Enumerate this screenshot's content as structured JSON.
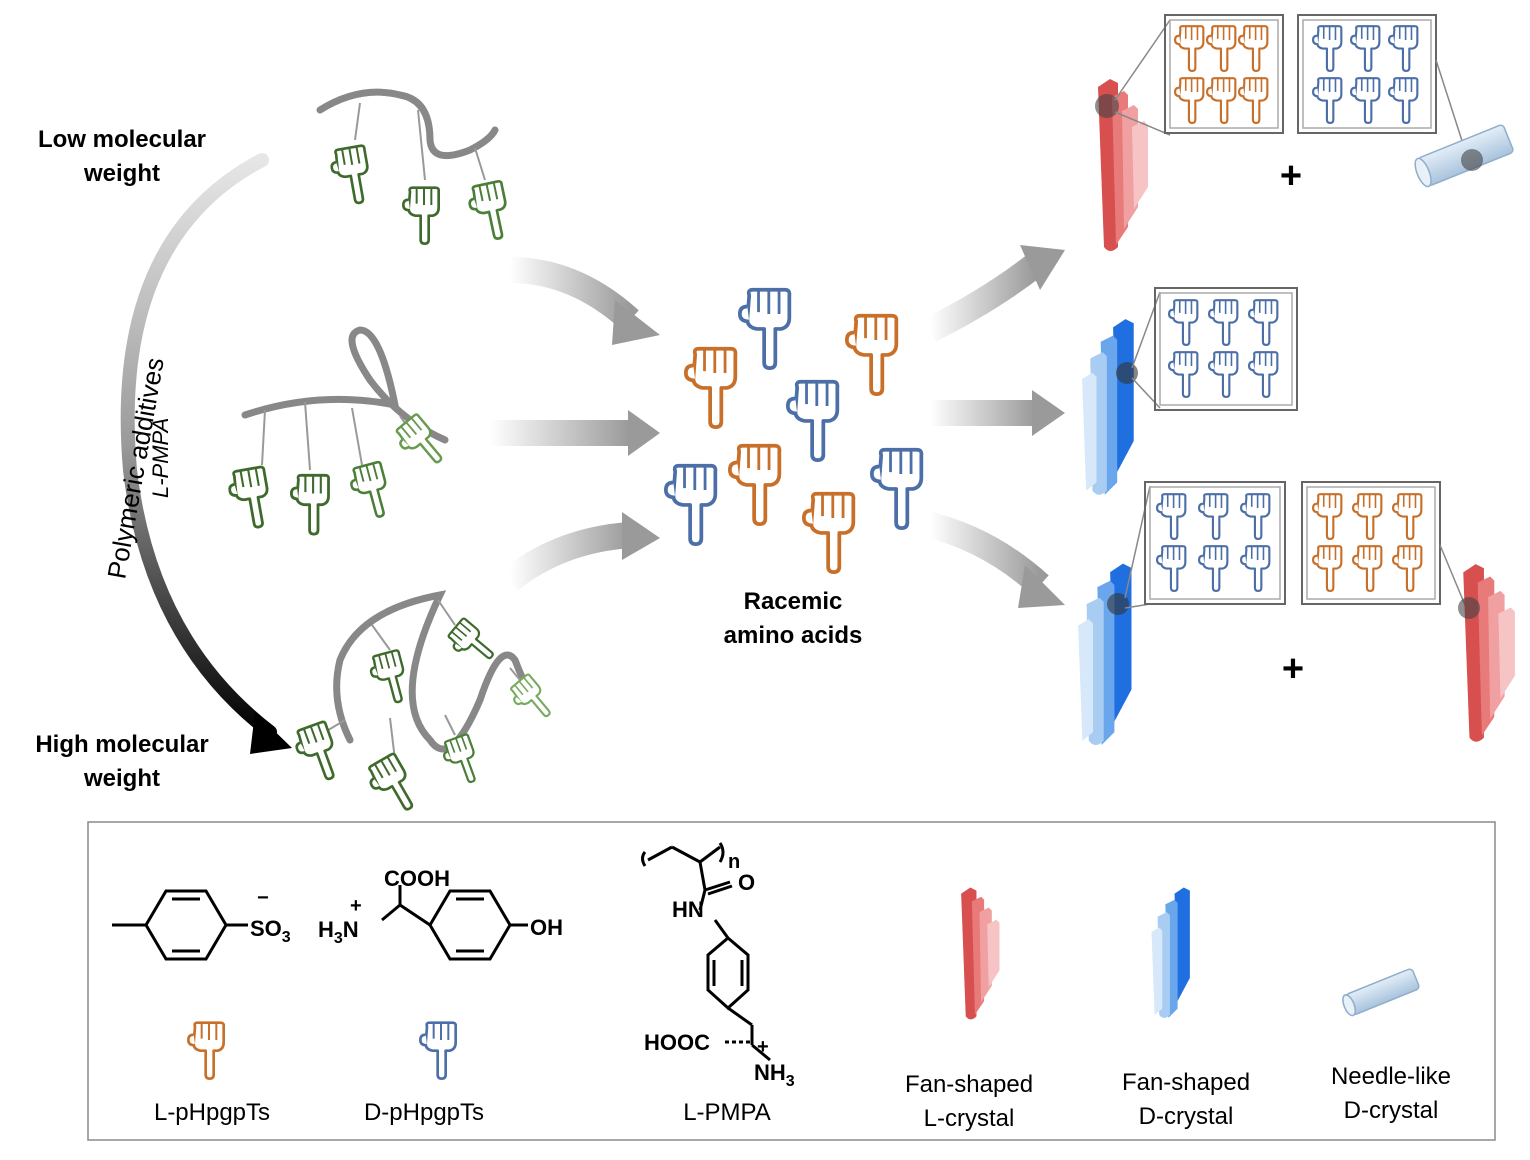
{
  "labels": {
    "low_mw_line1": "Low molecular",
    "low_mw_line2": "weight",
    "high_mw_line1": "High molecular",
    "high_mw_line2": "weight",
    "polymeric_additives": "Polymeric additives",
    "lpmpa_arrow": "L-PMPA",
    "racemic_line1": "Racemic",
    "racemic_line2": "amino acids",
    "plus": "+"
  },
  "legend": {
    "l_hpg_label": "L-pHpgpTs",
    "d_hpg_label": "D-pHpgpTs",
    "lpmpa_label": "L-PMPA",
    "fan_l_line1": "Fan-shaped",
    "fan_l_line2": "L-crystal",
    "fan_d_line1": "Fan-shaped",
    "fan_d_line2": "D-crystal",
    "needle_line1": "Needle-like",
    "needle_line2": "D-crystal",
    "chem": {
      "so3": "SO",
      "so3_sub": "3",
      "minus": "−",
      "cooh": "COOH",
      "h3n": "H",
      "h3n_sub": "3",
      "h3n_n": "N",
      "oh": "OH",
      "plus": "+",
      "n": "n",
      "o": "O",
      "hn": "HN",
      "hooc": "HOOC",
      "nh3": "NH",
      "nh3_sub": "3"
    }
  },
  "colors": {
    "green": "#3e6b2d",
    "orange": "#c8702a",
    "blue": "#4c6fa8",
    "red_crystal": "#e86a6a",
    "blue_crystal": "#1f6fe0",
    "needle": "#b8cfe3"
  }
}
